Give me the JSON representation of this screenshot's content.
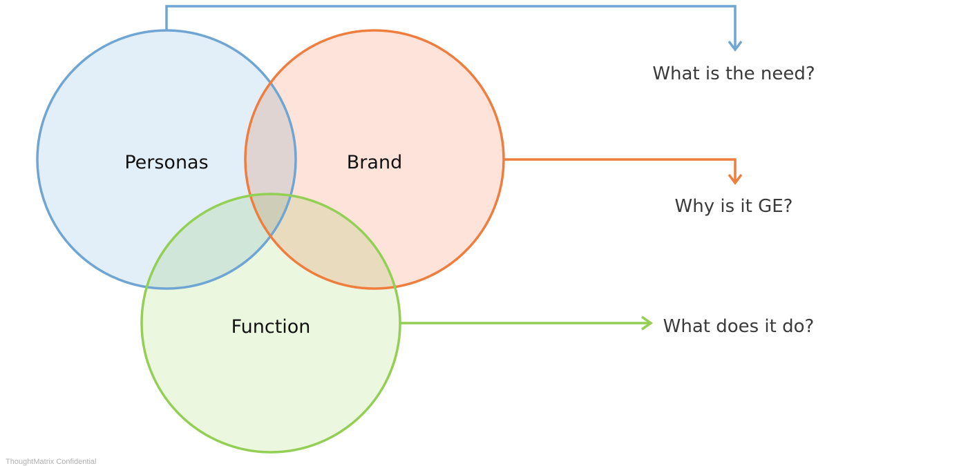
{
  "diagram": {
    "circles": [
      {
        "id": "personas",
        "label": "Personas",
        "stroke": "#6fa5d3",
        "fill": "#e2eef8"
      },
      {
        "id": "brand",
        "label": "Brand",
        "stroke": "#ee7d3e",
        "fill": "#fde3d9"
      },
      {
        "id": "function",
        "label": "Function",
        "stroke": "#93cf55",
        "fill": "#ebf7df"
      }
    ],
    "questions": [
      {
        "id": "need",
        "label": "What is the need?",
        "color": "#6fa5d3"
      },
      {
        "id": "ge",
        "label": "Why is it GE?",
        "color": "#ee7d3e"
      },
      {
        "id": "do",
        "label": "What does it do?",
        "color": "#93cf55"
      }
    ]
  },
  "footer": {
    "text": "ThoughtMatrix Confidential"
  }
}
